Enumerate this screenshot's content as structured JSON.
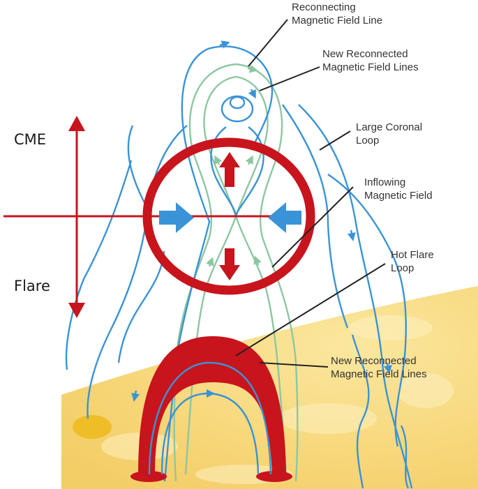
{
  "side_labels": {
    "top": "CME",
    "bottom": "Flare"
  },
  "labels": [
    {
      "id": "reconnecting",
      "lines": [
        "Reconnecting",
        "Magnetic Field Line"
      ]
    },
    {
      "id": "new-top",
      "lines": [
        "New Reconnected",
        "Magnetic Field Lines"
      ]
    },
    {
      "id": "coronal",
      "lines": [
        "Large Coronal",
        "Loop"
      ]
    },
    {
      "id": "inflowing",
      "lines": [
        "Inflowing",
        "Magnetic Field"
      ]
    },
    {
      "id": "hotflare",
      "lines": [
        "Hot Flare",
        "Loop"
      ]
    },
    {
      "id": "new-bottom",
      "lines": [
        "New Reconnected",
        "Magnetic Field Lines"
      ]
    }
  ],
  "colors": {
    "red": "#c8141c",
    "blue_line": "#3a93d6",
    "green_line": "#8cc7a1",
    "sun": "#f6d67a",
    "leader": "#222222"
  }
}
